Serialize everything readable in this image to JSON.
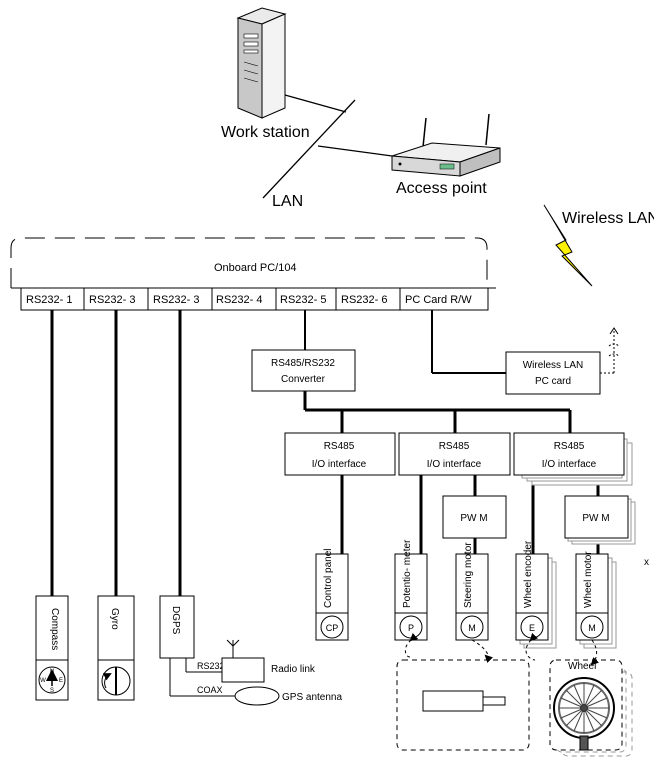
{
  "network": {
    "workstation": "Work station",
    "lan": "LAN",
    "access_point": "Access point",
    "wireless_lan": "Wireless LAN"
  },
  "pc104": {
    "title": "Onboard PC/104",
    "ports": [
      "RS232- 1",
      "RS232- 3",
      "RS232- 3",
      "RS232- 4",
      "RS232- 5",
      "RS232- 6",
      "PC Card R/W"
    ]
  },
  "converter": {
    "line1": "RS485/RS232",
    "line2": "Converter"
  },
  "wireless_card": {
    "line1": "Wireless LAN",
    "line2": "PC card"
  },
  "io_interfaces": [
    {
      "line1": "RS485",
      "line2": "I/O interface"
    },
    {
      "line1": "RS485",
      "line2": "I/O interface"
    },
    {
      "line1": "RS485",
      "line2": "I/O interface"
    }
  ],
  "pwm_label": "PW M",
  "modules": {
    "control_panel": {
      "text": "Control panel",
      "badge": "CP"
    },
    "potentiometer": {
      "text": "Potentio- meter",
      "badge": "P"
    },
    "steering_motor": {
      "text": "Steering motor",
      "badge": "M"
    },
    "wheel_encoder": {
      "text": "Wheel encoder",
      "badge": "E"
    },
    "wheel_motor": {
      "text": "Wheel motor",
      "badge": "M"
    },
    "compass": {
      "text": "Compass",
      "badge_letters": [
        "N",
        "E",
        "S",
        "W"
      ]
    },
    "gyro": {
      "text": "Gyro"
    },
    "dgps": {
      "text": "DGPS"
    }
  },
  "peripherals": {
    "rs232": "RS232",
    "radio_link": "Radio link",
    "coax": "COAX",
    "gps_antenna": "GPS antenna",
    "wheel": "Wheel",
    "x_mark": "x"
  }
}
